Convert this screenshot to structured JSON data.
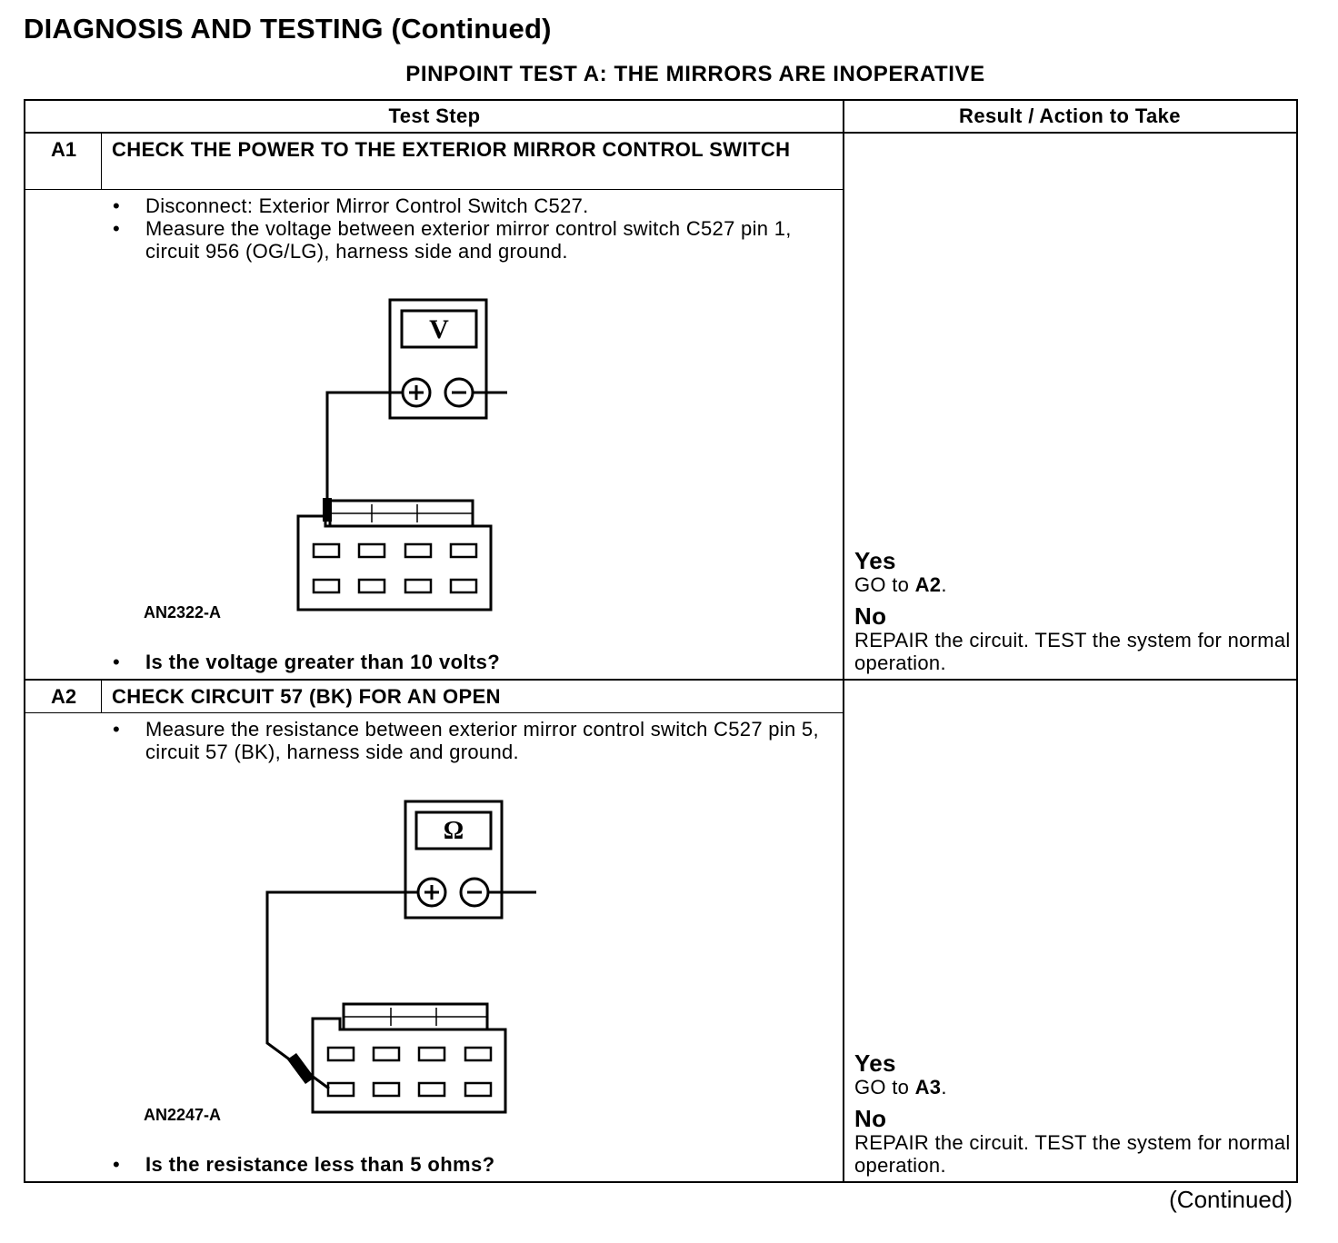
{
  "header": {
    "title": "DIAGNOSIS AND TESTING (Continued)",
    "subtitle": "PINPOINT TEST A:  THE MIRRORS  ARE  INOPERATIVE"
  },
  "table": {
    "col_test_step": "Test Step",
    "col_result": "Result / Action to Take"
  },
  "steps": [
    {
      "id": "A1",
      "title": "CHECK THE POWER TO THE EXTERIOR MIRROR CONTROL SWITCH",
      "bullets": [
        "Disconnect: Exterior Mirror Control Switch C527.",
        "Measure the voltage between exterior mirror control switch C527 pin 1, circuit 956 (OG/LG), harness side and ground."
      ],
      "meter_symbol": "V",
      "figure_code": "AN2322-A",
      "question": "Is the voltage greater than 10 volts?",
      "yes_label": "Yes",
      "yes_action_prefix": "GO to ",
      "yes_action_target": "A2",
      "yes_action_suffix": ".",
      "no_label": "No",
      "no_action": "REPAIR the circuit. TEST the system for normal operation."
    },
    {
      "id": "A2",
      "title": "CHECK CIRCUIT 57 (BK) FOR AN OPEN",
      "bullets": [
        "Measure the resistance between exterior mirror control switch C527 pin 5, circuit 57 (BK), harness side and ground."
      ],
      "meter_symbol": "Ω",
      "figure_code": "AN2247-A",
      "question": "Is the resistance less than 5 ohms?",
      "yes_label": "Yes",
      "yes_action_prefix": "GO to ",
      "yes_action_target": "A3",
      "yes_action_suffix": ".",
      "no_label": "No",
      "no_action": "REPAIR the circuit. TEST the system for normal operation."
    }
  ],
  "footer": {
    "continued": "(Continued)"
  },
  "bullet_char": "•"
}
